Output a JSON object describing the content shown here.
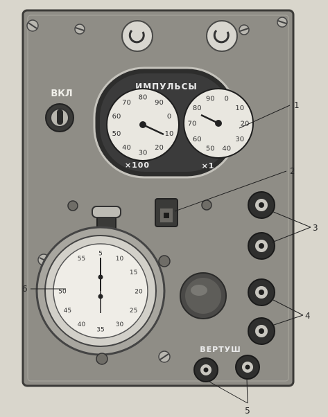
{
  "panel": {
    "switch_label": "ВКЛ",
    "counter_title": "ИМПУЛЬСЫ",
    "left_dial_multiplier": "×100",
    "right_dial_multiplier": "×1",
    "bottom_label": "ВЕРТУШ"
  },
  "callouts": {
    "c1": "1",
    "c2": "2",
    "c3": "3",
    "c4": "4",
    "c5": "5",
    "c6": "6"
  },
  "dials": {
    "left_numbers": [
      "10",
      "20",
      "30",
      "40",
      "50",
      "60",
      "70",
      "80",
      "90",
      "0"
    ],
    "right_numbers": [
      "0",
      "10",
      "20",
      "30",
      "40",
      "50",
      "60",
      "70",
      "80",
      "90"
    ]
  },
  "stopwatch": {
    "numbers": [
      "55",
      "5",
      "10",
      "15",
      "20",
      "25",
      "30",
      "35",
      "40",
      "45",
      "50"
    ]
  },
  "colors": {
    "panel": "#8f8d86",
    "panel_dark": "#3b3b3b",
    "dial_face": "#e9e7e0",
    "background": "#d9d6cc"
  }
}
